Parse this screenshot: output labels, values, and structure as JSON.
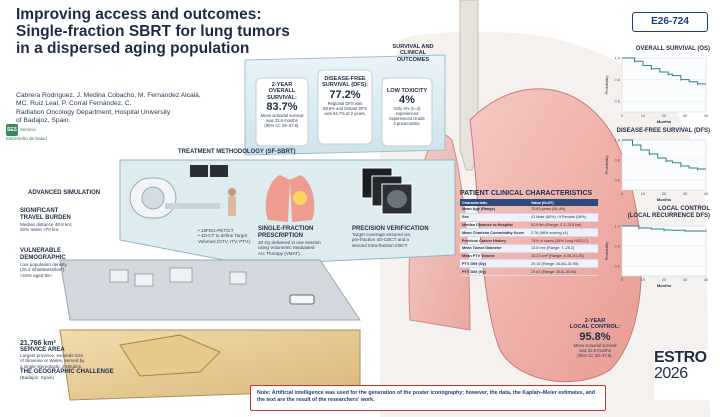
{
  "header": {
    "title": "Improving access and outcomes:\nSingle-fraction SBRT for lung tumors\nin a dispersed aging population",
    "authors": "Cabrera Rodríguez, J. Medina Cobacho, M. Fernández Alcalá,\nMC. Ruiz Leal, P. Corral Fernández, C.\nRadiation Oncology Department, Hospital University\nof Badajoz, Spain.",
    "code": "E26-724",
    "logo_text": "Servicio Extremeño de Salud",
    "logo_mark": "SES"
  },
  "outcomes": {
    "heading": "SURVIVAL AND\nCLINICAL OUTCOMES",
    "os": {
      "title": "2-YEAR\nOVERALL SURVIVAL:",
      "value": "83.7%",
      "desc": "Mean actuarial survival\nwas 33.6 months\n(95% CI: 29–37.9)."
    },
    "dfs": {
      "title": "DISEASE-FREE\nSURVIVAL (DFS):",
      "value": "77.2%",
      "desc": "Regional DFS was\n88.6% and Distant DFS\nwas 84.7% at 2 years."
    },
    "tox": {
      "title": "LOW TOXICITY",
      "value": "4%",
      "desc": "Only 4% (n=2)\nexperienced\nexperienced Grade\n3 pneumonitis."
    }
  },
  "methodology": {
    "heading": "TREATMENT METHODOLOGY (SF-SBRT)",
    "simulation": "ADVANCED SIMULATION",
    "sim_points": "• 18FDG-PET/CT\n• 4D-CT to define Target\n  Volumes (GTV, ITV, PTV).",
    "prescription_title": "SINGLE-FRACTION\nPRESCRIPTION",
    "prescription_desc": "30 Gy delivered in one session\nusing Volumetric Modulated\nArc Therapy (VMAT).",
    "verification_title": "PRECISION VERIFICATION",
    "verification_desc": "Target coverage ensured via\npre-fraction 4D-CBCT and a\nsecond intra-fraction CBCT"
  },
  "left": {
    "travel_title": "SIGNIFICANT\nTRAVEL BURDEN",
    "travel_desc": "Median distance 48.8 km;\n20% travel >70 km.",
    "demo_title": "VULNERABLE\nDEMOGRAPHIC",
    "demo_desc": "Low population density\n(26.3 inhabitants/km²),\n>15% aged 65+",
    "area_value": "21,766 km²",
    "area_title": "SERVICE AREA",
    "area_desc": "Largest province, exceeds size\nof Slovenia or Wales, served by\na single stereotactic institution.",
    "geo_title": "THE GEOGRAPHIC CHALLENGE",
    "geo_sub": "(Badajoz, Spain)"
  },
  "charts": {
    "os_title": "OVERALL SURVIVAL (OS)",
    "dfs_title": "DISEASE-FREE SURVIVAL (DFS)",
    "lc_title": "LOCAL CONTROL\n(LOCAL RECURRENCE DFS)",
    "ylabel": "Probability",
    "xlabel": "Months",
    "xticks": [
      "0",
      "10",
      "20",
      "30",
      "40"
    ],
    "yticks": [
      "1.0",
      "0.8",
      "0.6"
    ]
  },
  "chart_data": [
    {
      "type": "line",
      "title": "OVERALL SURVIVAL (OS)",
      "xlabel": "Months",
      "ylabel": "Probability",
      "xlim": [
        0,
        40
      ],
      "ylim": [
        0.5,
        1.0
      ],
      "series": [
        {
          "x": [
            0,
            6,
            10,
            14,
            18,
            22,
            24,
            28,
            32,
            36,
            40
          ],
          "y": [
            1.0,
            0.97,
            0.93,
            0.9,
            0.87,
            0.85,
            0.837,
            0.8,
            0.78,
            0.76,
            0.76
          ]
        }
      ]
    },
    {
      "type": "line",
      "title": "DISEASE-FREE SURVIVAL (DFS)",
      "xlabel": "Months",
      "ylabel": "Probability",
      "xlim": [
        0,
        40
      ],
      "ylim": [
        0.5,
        1.0
      ],
      "series": [
        {
          "x": [
            0,
            5,
            9,
            13,
            17,
            21,
            24,
            28,
            32,
            36,
            40
          ],
          "y": [
            1.0,
            0.95,
            0.9,
            0.86,
            0.82,
            0.79,
            0.772,
            0.74,
            0.72,
            0.71,
            0.71
          ]
        }
      ]
    },
    {
      "type": "line",
      "title": "LOCAL CONTROL (LOCAL RECURRENCE DFS)",
      "xlabel": "Months",
      "ylabel": "Probability",
      "xlim": [
        0,
        40
      ],
      "ylim": [
        0.5,
        1.0
      ],
      "series": [
        {
          "x": [
            0,
            8,
            14,
            20,
            24,
            30,
            36,
            40
          ],
          "y": [
            1.0,
            0.98,
            0.97,
            0.96,
            0.958,
            0.95,
            0.95,
            0.95
          ]
        }
      ]
    }
  ],
  "table": {
    "title": "PATIENT CLINICAL CHARACTERISTICS",
    "headers": [
      "Characteristic",
      "Value (N=57)"
    ],
    "rows": [
      [
        "Mean Age (Range)",
        "75.83 years (49–89)"
      ],
      [
        "Sex",
        "41 Male (80%) / 9 Female (18%)"
      ],
      [
        "Median Distance to Hospital",
        "52.9 km (Range: 2.1–215 km)"
      ],
      [
        "Mean Charlson Comorbidity Score",
        "2.76 (96% scoring ≥1)"
      ],
      [
        "Previous Cancer History",
        "70% of cases (38% Lung NSCLC)"
      ],
      [
        "Mean Tumor Diameter",
        "13.5 mm (Range: 7–28.2)"
      ],
      [
        "Mean PTV Volume",
        "15.23 cm³ (Range: 4.35–51.25)"
      ],
      [
        "PTV D99 (Gy)",
        "29.16 (Range: 26.86–31.95)"
      ],
      [
        "PTV D69 (Gy)",
        "29.67 (Range: 25.8–30.94)"
      ]
    ]
  },
  "local_control": {
    "title": "2-YEAR\nLOCAL CONTROL:",
    "value": "95.8%",
    "desc": "Mean actuarial survival\nwas 33.6 months\n(95% CI: 29–37.9)."
  },
  "note": "Note: Artificial intelligence was used for the generation of the poster iconography; however, the data, the Kaplan–Meier estimates, and the text are the result of the researchers' work.",
  "estro": {
    "line1": "ESTRO",
    "line2": "2026"
  }
}
